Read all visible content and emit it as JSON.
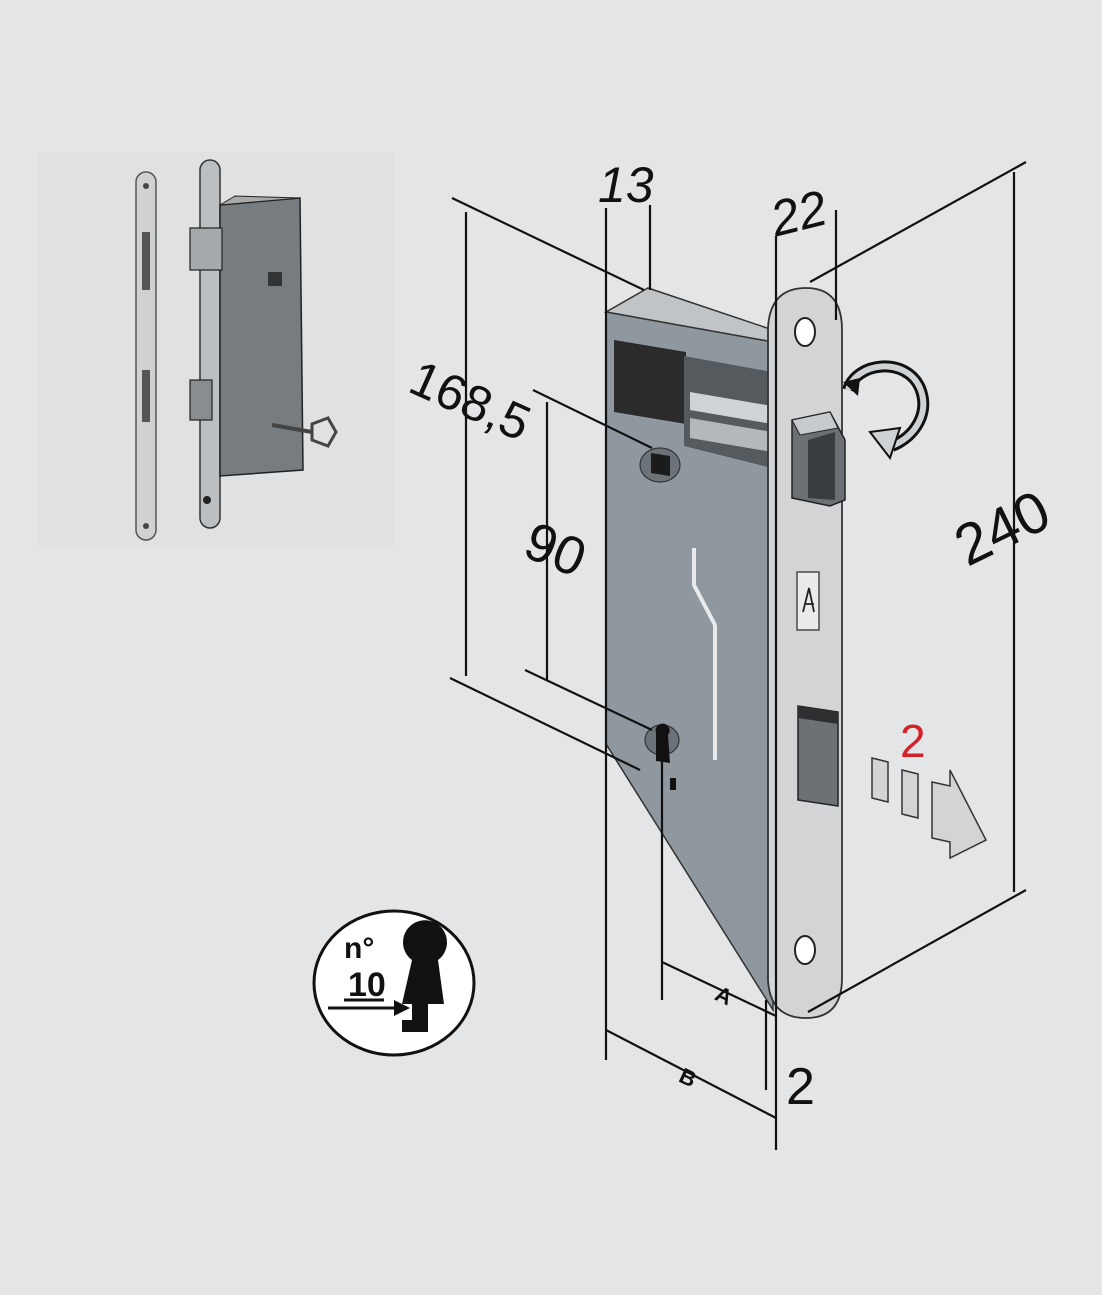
{
  "dimensions": {
    "d13": "13",
    "d22": "22",
    "d168": "168,5",
    "d90": "90",
    "d240": "240",
    "d2": "2",
    "labelA": "A",
    "labelB": "B"
  },
  "lock": {
    "turns": "2"
  },
  "keyBadge": {
    "prefix": "n°",
    "number": "10"
  },
  "colors": {
    "background": "#e3e5e6",
    "caseGray": "#8f989f",
    "faceplate": "#d2d4d6",
    "accentRed": "#d2232a"
  }
}
